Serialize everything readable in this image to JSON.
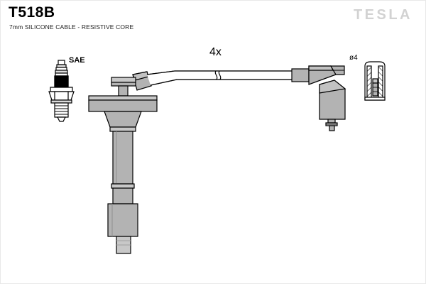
{
  "header": {
    "part_number": "T518B",
    "description": "7mm SILICONE CABLE - RESISTIVE CORE",
    "brand": "TESLA"
  },
  "drawing": {
    "labels": {
      "spark_plug_standard": "SAE",
      "quantity": "4x",
      "terminal_diameter": "ø4"
    },
    "components": {
      "spark_plug": "spark-plug",
      "plug_boot": "plug-boot",
      "cable": "ignition-cable",
      "cable_break": "break-symbol",
      "coil_connector": "right-angle-connector",
      "terminal_section": "terminal-cross-section"
    },
    "colors": {
      "outline": "#000000",
      "body_fill": "#b3b3b3",
      "body_fill_light": "#c8c8c8",
      "cable_fill": "#ffffff",
      "background": "#ffffff",
      "logo": "#d2d2d2"
    }
  }
}
